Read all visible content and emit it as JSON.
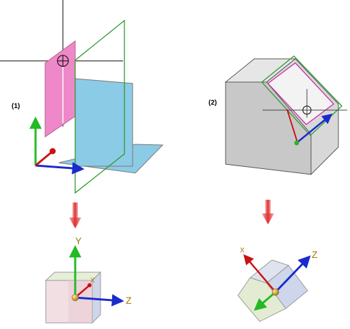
{
  "diagram": {
    "step_labels": {
      "step1": "(1)",
      "step2": "(2)"
    },
    "axis_labels": {
      "result1_y": "Y",
      "result1_x": "X",
      "result1_z": "Z",
      "result2_x": "X",
      "result2_z": "Z"
    },
    "colors": {
      "plane_pink": "#ee88c8",
      "plane_blue": "#8ccbe6",
      "frame_green": "#2a9a2a",
      "frame_magenta": "#cc2aa8",
      "axis_x_red": "#cc1111",
      "axis_y_green": "#22bb22",
      "axis_z_blue": "#1a2acc",
      "arrow_down": "#e03030",
      "block_gray": "#c8c8c8",
      "label_gold": "#a07800"
    }
  }
}
